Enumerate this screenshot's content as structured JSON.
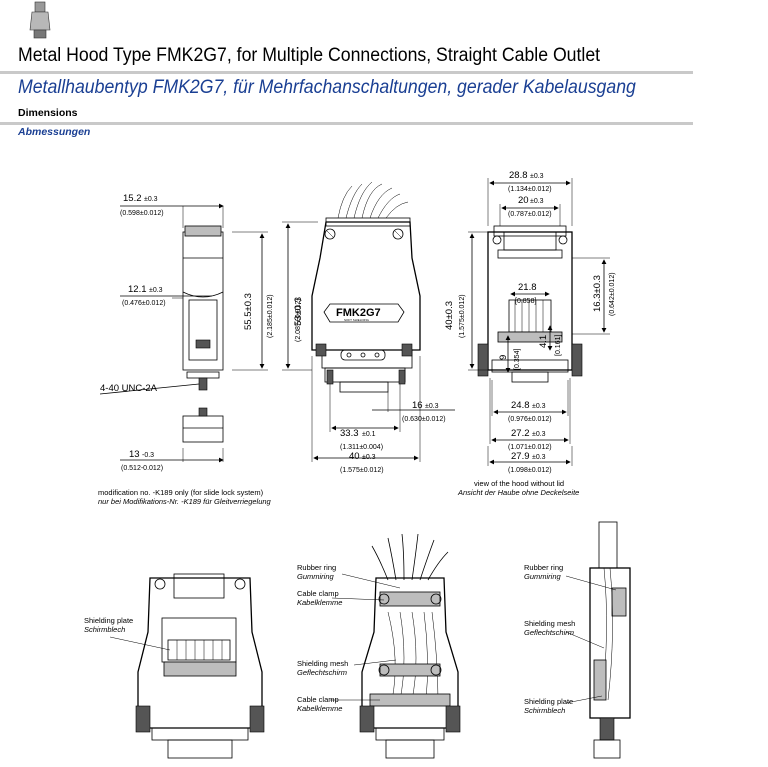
{
  "header": {
    "title_en": "Metal Hood Type FMK2G7, for Multiple Connections, Straight Cable Outlet",
    "title_de": "Metallhaubentyp FMK2G7, für Mehrfachanschaltungen, gerader Kabelausgang",
    "section_en": "Dimensions",
    "section_de": "Abmessungen"
  },
  "side_view": {
    "d_15_2": "15.2",
    "d_15_2_tol": "±0.3",
    "d_15_2_in": "(0.598±0.012)",
    "d_12_1": "12.1",
    "d_12_1_tol": "±0.3",
    "d_12_1_in": "(0.476±0.012)",
    "d_55_5": "55.5±0.3",
    "d_55_5_in": "(2.185±0.012)",
    "thread": "4-40  UNC-2A",
    "d_13": "13",
    "d_13_tol": "-0.3",
    "d_13_in": "(0.512-0.012)"
  },
  "front_view": {
    "d_53": "53±0.3",
    "d_53_in": "(2.087±0.012)",
    "badge": "FMK2G7",
    "badge_sub": "SOFT SHIELDING",
    "d_16": "16",
    "d_16_tol": "±0.3",
    "d_16_in": "(0.630±0.012)",
    "d_33_3": "33.3",
    "d_33_3_tol": "±0.1",
    "d_33_3_in": "(1.311±0.004)",
    "d_40": "40",
    "d_40_tol": "±0.3",
    "d_40_in": "(1.575±0.012)",
    "note_en": "modification no. -K189 only (for slide lock system)",
    "note_de": "nur bei Modifikations-Nr. -K189 für Gleitverriegelung"
  },
  "rear_view": {
    "d_28_8": "28.8",
    "d_28_8_tol": "±0.3",
    "d_28_8_in": "(1.134±0.012)",
    "d_20": "20",
    "d_20_tol": "±0.3",
    "d_20_in": "(0.787±0.012)",
    "d_21_8": "21.8",
    "d_21_8_in": "[0.858]",
    "d_16_3": "16.3±0.3",
    "d_16_3_in": "(0.642±0.012)",
    "d_40v": "40±0.3",
    "d_40v_in": "(1.575±0.012)",
    "d_9": "9",
    "d_9_in": "[0.354]",
    "d_4_1": "4.1",
    "d_4_1_in": "[0.161]",
    "d_24_8": "24.8",
    "d_24_8_tol": "±0.3",
    "d_24_8_in": "(0.976±0.012)",
    "d_27_2": "27.2",
    "d_27_2_tol": "±0.3",
    "d_27_2_in": "(1.071±0.012)",
    "d_27_9": "27.9",
    "d_27_9_tol": "±0.3",
    "d_27_9_in": "(1.098±0.012)",
    "caption_en": "view of the hood without lid",
    "caption_de": "Ansicht der Haube ohne Deckelseite"
  },
  "assembly": {
    "shield_plate_en": "Shielding plate",
    "shield_plate_de": "Schirmblech",
    "rubber_en": "Rubber ring",
    "rubber_de": "Gummiring",
    "clamp_en": "Cable clamp",
    "clamp_de": "Kabelklemme",
    "mesh_en": "Shielding mesh",
    "mesh_de": "Geflechtschirm",
    "clamp2_en": "Cable clamp",
    "clamp2_de": "Kabelklemme",
    "r_rubber_en": "Rubber ring",
    "r_rubber_de": "Gummiring",
    "r_mesh_en": "Shielding mesh",
    "r_mesh_de": "Geflechtschirm",
    "r_plate_en": "Shielding plate",
    "r_plate_de": "Schirmblech"
  }
}
